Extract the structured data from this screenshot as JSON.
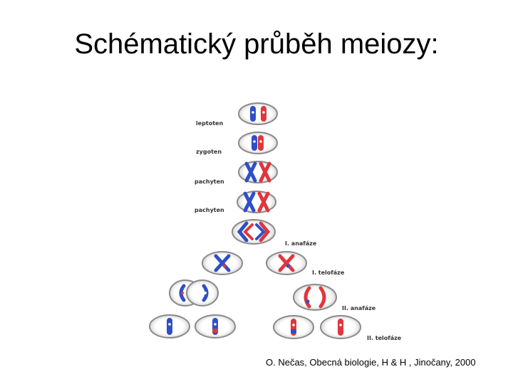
{
  "slide": {
    "title": "Schématický průběh meiozy:",
    "source": "O. Nečas, Obecná biologie, H & H , Jinočany, 2000"
  },
  "colors": {
    "blue": "#2f4fc8",
    "red": "#e0363c",
    "outline": "#8a8a8a"
  },
  "stages": [
    {
      "id": "leptoten",
      "label": "leptoten"
    },
    {
      "id": "zygoten",
      "label": "zygoten"
    },
    {
      "id": "pachyten-1",
      "label": "pachyten"
    },
    {
      "id": "pachyten-2",
      "label": "pachyten"
    },
    {
      "id": "anafaze-1",
      "label": "I. anafáze"
    },
    {
      "id": "telofaze-1",
      "label": "I. telofáze"
    },
    {
      "id": "anafaze-2",
      "label": "II. anafáze"
    },
    {
      "id": "telofaze-2",
      "label": "II. telofáze"
    }
  ]
}
